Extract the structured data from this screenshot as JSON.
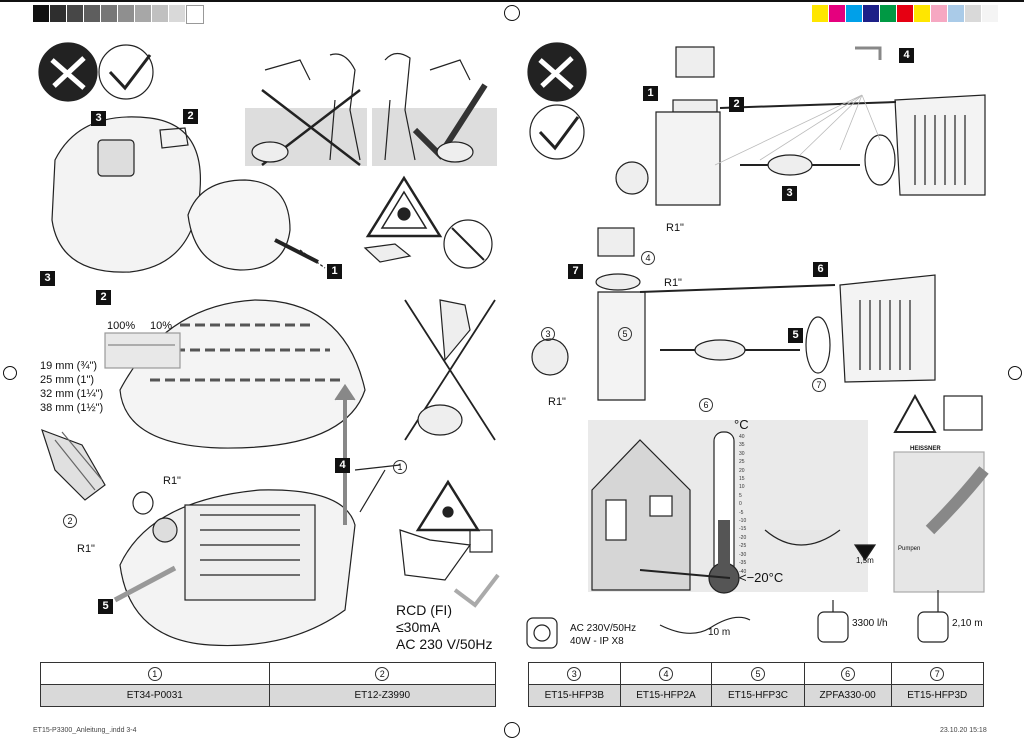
{
  "colors": {
    "left_bar": [
      "#111111",
      "#2e2e2e",
      "#474747",
      "#5e5e5e",
      "#777777",
      "#8f8f8f",
      "#a7a7a7",
      "#c0c0c0",
      "#d9d9d9",
      "#ffffff"
    ],
    "right_bar": [
      "#ffe600",
      "#e5007e",
      "#00a0e9",
      "#1d2088",
      "#009944",
      "#e60012",
      "#ffe600",
      "#f6a8c2",
      "#aacbe8",
      "#d9d9d9",
      "#f4f4f4"
    ]
  },
  "left": {
    "steps": {
      "s1": "1",
      "s2a": "2",
      "s2b": "2",
      "s3a": "3",
      "s3b": "3",
      "s4": "4",
      "s5": "5"
    },
    "flow_percent": {
      "max": "100%",
      "min": "10%"
    },
    "sizes": [
      "19 mm (¾\")",
      "25 mm (1\")",
      "32 mm (1¼\")",
      "38 mm (1½\")"
    ],
    "r1_a": "R1\"",
    "r1_b": "R1\"",
    "callouts": {
      "c1": "1",
      "c2": "2"
    },
    "rcd": {
      "line1": "RCD (FI)",
      "line2": "≤30mA",
      "line3": "AC 230 V/50Hz"
    },
    "parts_table": {
      "numbers": [
        "1",
        "2"
      ],
      "codes": [
        "ET34-P0031",
        "ET12-Z3990"
      ]
    }
  },
  "right": {
    "steps": {
      "s1": "1",
      "s2": "2",
      "s3": "3",
      "s4": "4",
      "s5": "5",
      "s6": "6",
      "s7": "7"
    },
    "r1_top": "R1\"",
    "r1_mid": "R1\"",
    "r1_bottom": "R1\"",
    "callouts": {
      "c3": "3",
      "c4": "4",
      "c5": "5",
      "c6": "6",
      "c7": "7"
    },
    "temp_unit": "°C",
    "temp_scale": [
      "40",
      "35",
      "30",
      "25",
      "20",
      "15",
      "10",
      "5",
      "0",
      "-5",
      "-10",
      "-15",
      "-20",
      "-25",
      "-30",
      "-35",
      "-40"
    ],
    "temp_arrow": "<−20°C",
    "depth": "1,5m",
    "manual": {
      "brand": "HEISSNER",
      "title": "Pumpen"
    },
    "specs": {
      "line1": "AC 230V/50Hz",
      "line2": "40W - IP X8"
    },
    "cable": "10 m",
    "flow": "3300 l/h",
    "head": "2,10 m",
    "parts_table": {
      "numbers": [
        "3",
        "4",
        "5",
        "6",
        "7"
      ],
      "codes": [
        "ET15-HFP3B",
        "ET15-HFP2A",
        "ET15-HFP3C",
        "ZPFA330-00",
        "ET15-HFP3D"
      ]
    }
  },
  "footer": {
    "file": "ET15-P3300_Anleitung_.indd  3-4",
    "date": "23.10.20   15:18"
  }
}
